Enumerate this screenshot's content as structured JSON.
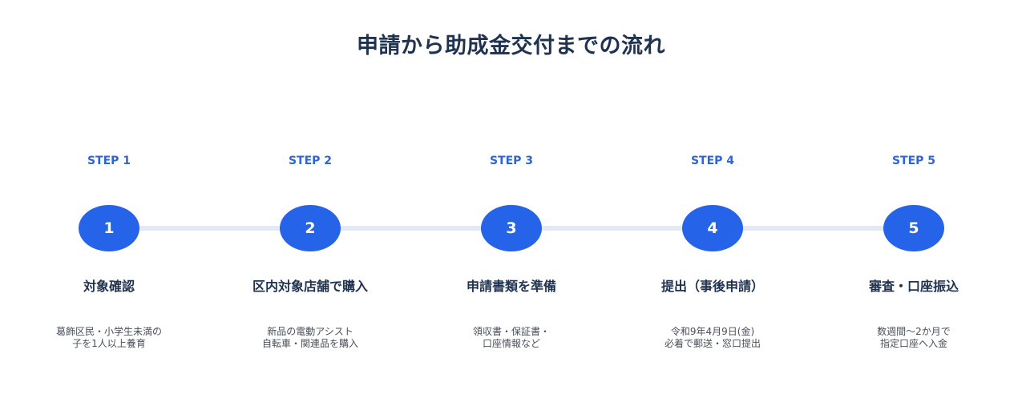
{
  "title": "申請から助成金交付までの流れ",
  "steps": [
    {
      "label": "STEP 1",
      "number": "1",
      "title": "対象確認",
      "desc_lines": [
        "葛飾区民・小学生未満の",
        "子を1人以上養育"
      ]
    },
    {
      "label": "STEP 2",
      "number": "2",
      "title": "区内対象店舗で購入",
      "desc_lines": [
        "新品の電動アシスト",
        "自転車・関連品を購入"
      ]
    },
    {
      "label": "STEP 3",
      "number": "3",
      "title": "申請書類を準備",
      "desc_lines": [
        "領収書・保証書・",
        "口座情報など"
      ]
    },
    {
      "label": "STEP 4",
      "number": "4",
      "title": "提出（事後申請）",
      "desc_lines": [
        "令和9年4月9日(金)",
        "必着で郵送・窓口提出"
      ]
    },
    {
      "label": "STEP 5",
      "number": "5",
      "title": "審査・口座振込",
      "desc_lines": [
        "数週間〜2か月で",
        "指定口座へ入金"
      ]
    }
  ],
  "colors": {
    "accent": "#2563e8",
    "title": "#1f3350",
    "connector": "#e3e9f4"
  }
}
